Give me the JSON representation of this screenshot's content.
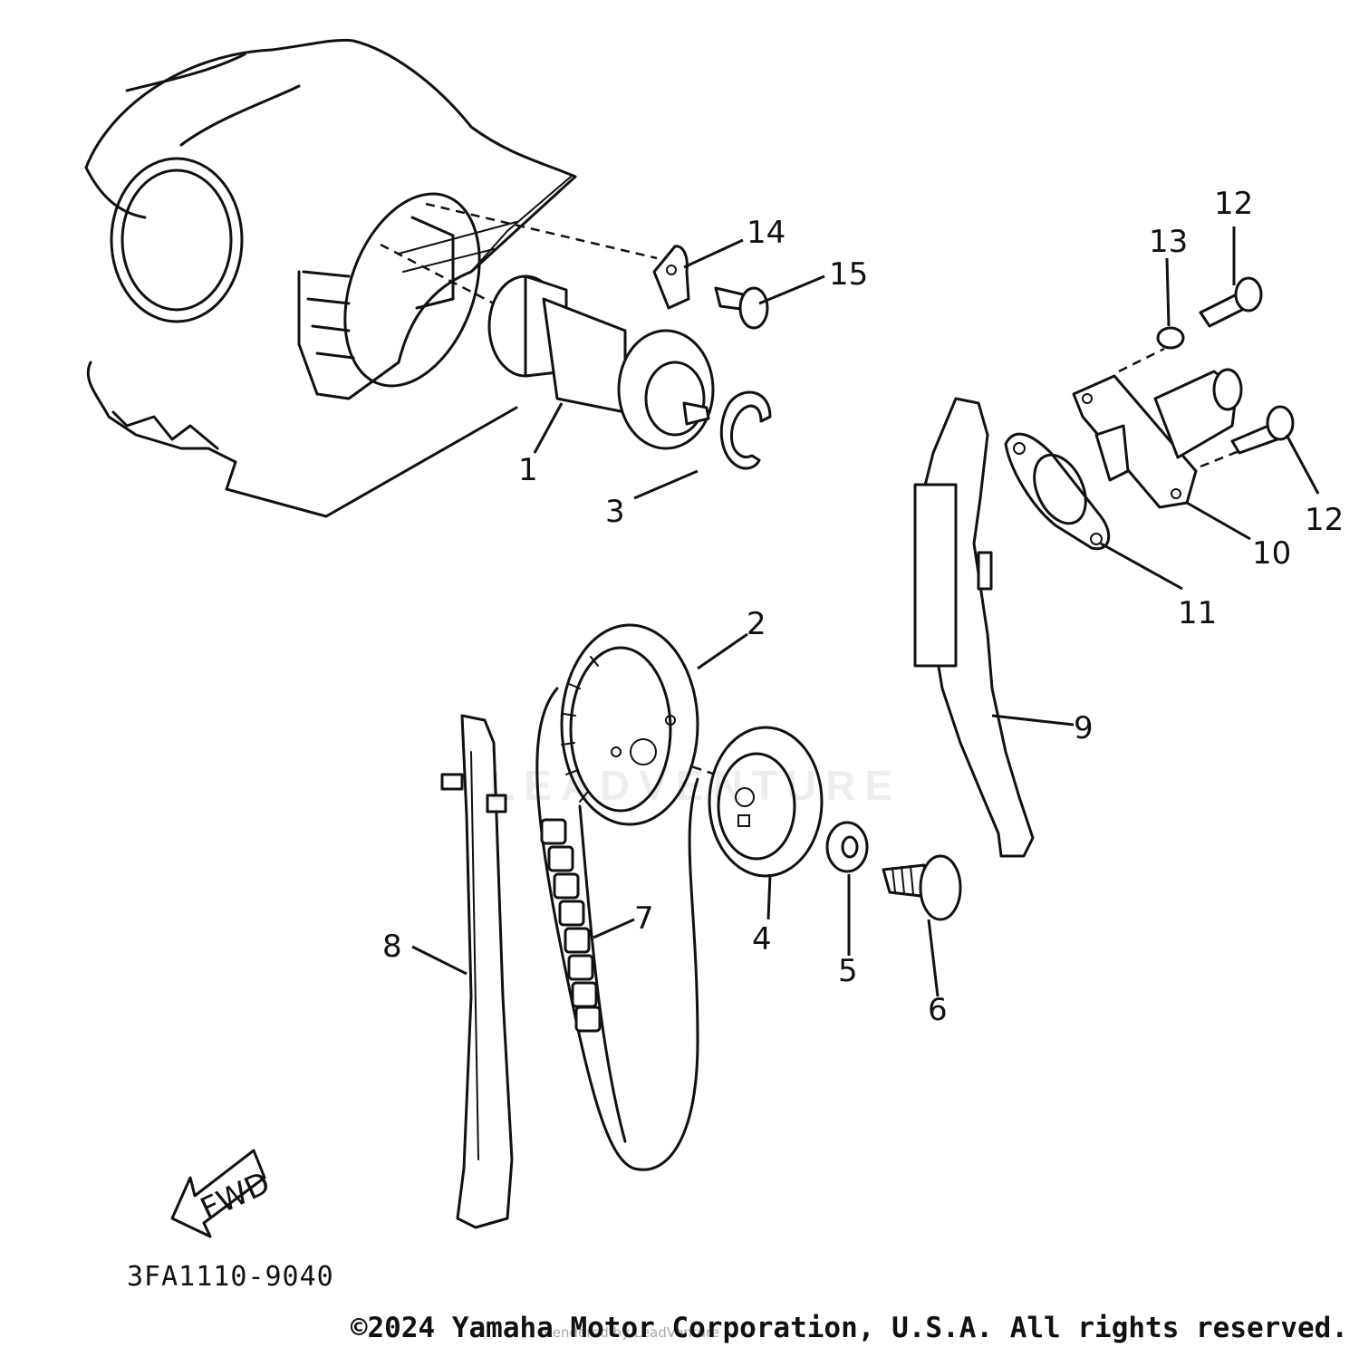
{
  "diagram": {
    "callouts": [
      {
        "id": "1",
        "label": "1"
      },
      {
        "id": "2",
        "label": "2"
      },
      {
        "id": "3",
        "label": "3"
      },
      {
        "id": "4",
        "label": "4"
      },
      {
        "id": "5",
        "label": "5"
      },
      {
        "id": "6",
        "label": "6"
      },
      {
        "id": "7",
        "label": "7"
      },
      {
        "id": "8",
        "label": "8"
      },
      {
        "id": "9",
        "label": "9"
      },
      {
        "id": "10",
        "label": "10"
      },
      {
        "id": "11",
        "label": "11"
      },
      {
        "id": "12a",
        "label": "12"
      },
      {
        "id": "12b",
        "label": "12"
      },
      {
        "id": "13",
        "label": "13"
      },
      {
        "id": "14",
        "label": "14"
      },
      {
        "id": "15",
        "label": "15"
      }
    ],
    "fwd_label": "FWD",
    "code": "3FA1110-9040",
    "watermark": "LEADVENTURE",
    "rendered_note": "Rendered by LeadVenture",
    "copyright": "©2024 Yamaha Motor Corporation, U.S.A. All rights reserved."
  }
}
